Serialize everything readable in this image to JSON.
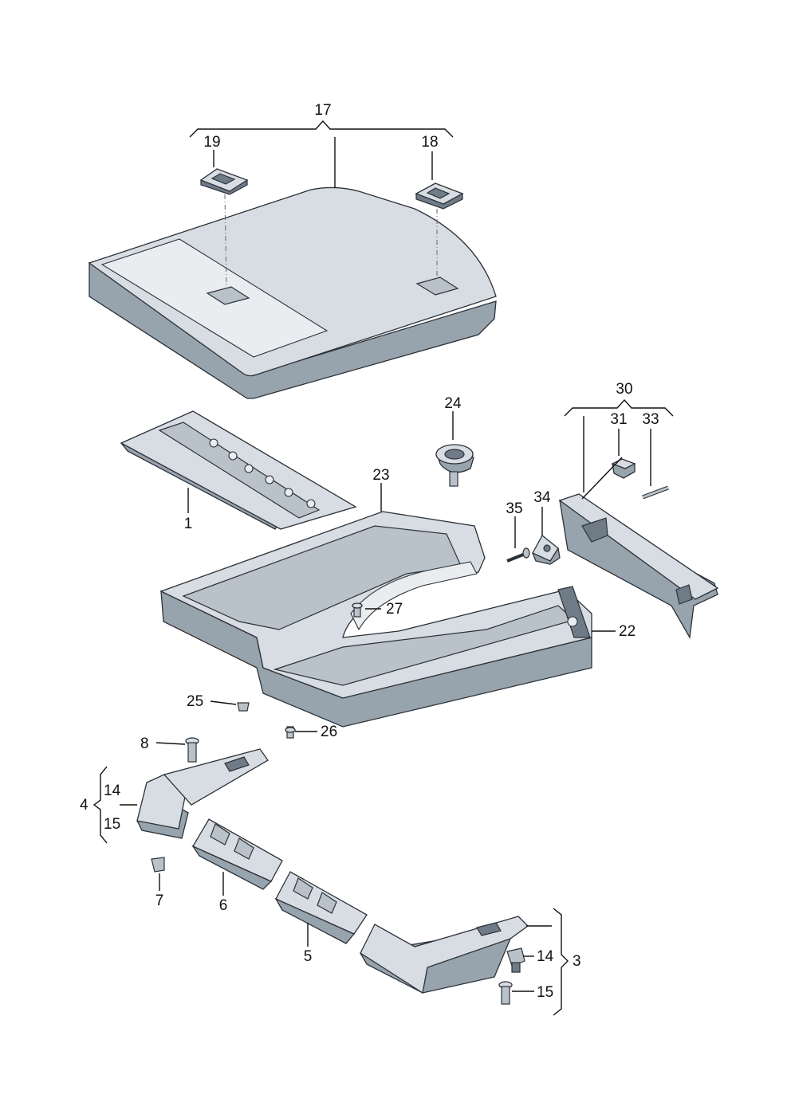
{
  "labels": {
    "l1": "1",
    "l3": "3",
    "l4": "4",
    "l5": "5",
    "l6": "6",
    "l7": "7",
    "l8": "8",
    "l14a": "14",
    "l15a": "15",
    "l14b": "14",
    "l15b": "15",
    "l17": "17",
    "l18": "18",
    "l19": "19",
    "l22": "22",
    "l23": "23",
    "l24": "24",
    "l25": "25",
    "l26": "26",
    "l27": "27",
    "l30": "30",
    "l31": "31",
    "l33": "33",
    "l34": "34",
    "l35": "35"
  },
  "colors": {
    "surface": "#d7dde2",
    "side": "#97a3ad",
    "shadow": "#6f7b86",
    "line": "#111111"
  }
}
